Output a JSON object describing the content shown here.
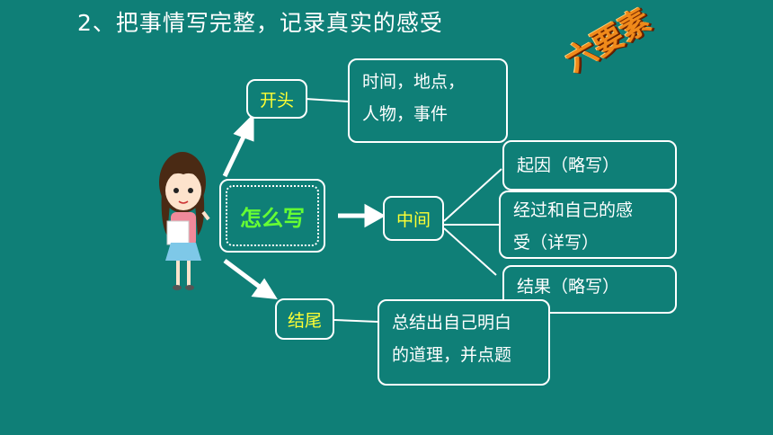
{
  "title": "2、把事情写完整，记录真实的感受",
  "stamp": "六要素",
  "center": "怎么写",
  "nodes": {
    "beginning": "开头",
    "middle": "中间",
    "ending": "结尾"
  },
  "details": {
    "beginning_line1": "时间，地点，",
    "beginning_line2": "人物，事件",
    "cause": "起因（略写）",
    "process_line1": "经过和自己的感",
    "process_line2": "受（详写）",
    "result": "结果（略写）",
    "ending_line1": "总结出自己明白",
    "ending_line2": "的道理，并点题"
  }
}
